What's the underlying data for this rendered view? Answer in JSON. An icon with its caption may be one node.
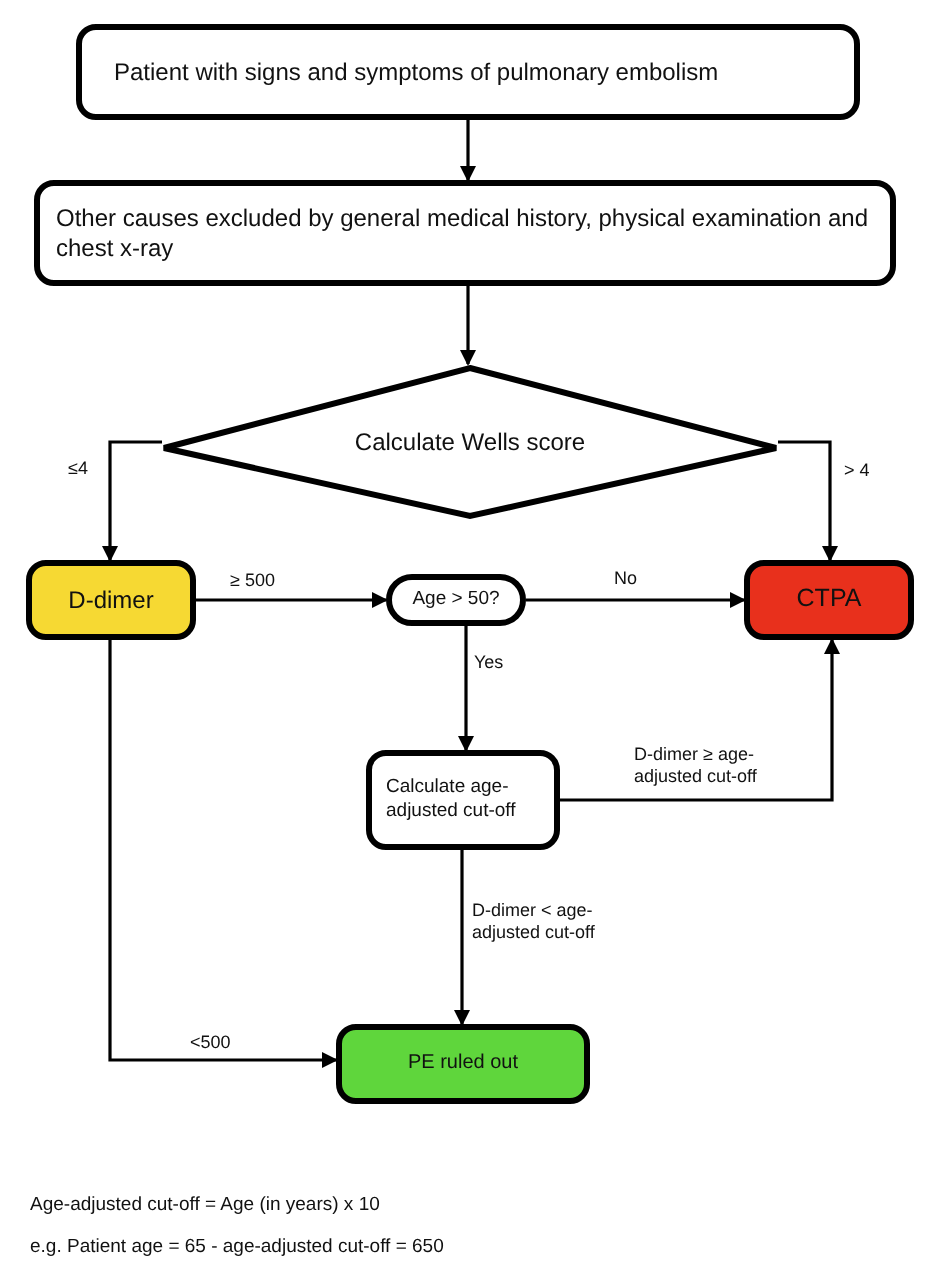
{
  "diagram": {
    "nodes": [
      {
        "text": [
          "Patient with signs and symptoms of pulmonary embolism"
        ]
      },
      {
        "text": [
          "Other causes excluded by general medical history, physical examination and chest x-ray"
        ]
      },
      {
        "text": [
          "Calculate Wells score"
        ]
      },
      {
        "text": [
          "D-dimer"
        ]
      },
      {
        "text": [
          "Age > 50?"
        ]
      },
      {
        "text": [
          "CTPA"
        ]
      },
      {
        "text": [
          "Calculate age-adjusted cut-off"
        ]
      },
      {
        "text": [
          "PE ruled out"
        ]
      }
    ],
    "edges": [
      {
        "from": 0,
        "to": 1,
        "arrow": "to"
      },
      {
        "from": 1,
        "to": 2,
        "arrow": "to"
      },
      {
        "from": 2,
        "to": 3,
        "arrow": "to",
        "label": "≤4"
      },
      {
        "from": 2,
        "to": 5,
        "arrow": "to",
        "label": "> 4"
      },
      {
        "from": 3,
        "to": 4,
        "arrow": "to",
        "label": "≥ 500"
      },
      {
        "from": 4,
        "to": 5,
        "arrow": "to",
        "label": "No"
      },
      {
        "from": 4,
        "to": 6,
        "arrow": "to",
        "label": "Yes"
      },
      {
        "from": 6,
        "to": 5,
        "arrow": "to",
        "label": "D-dimer ≥ age-adjusted cut-off"
      },
      {
        "from": 6,
        "to": 7,
        "arrow": "to",
        "label": "D-dimer < age-adjusted cut-off"
      },
      {
        "from": 3,
        "to": 7,
        "arrow": "to",
        "label": "<500"
      }
    ],
    "labels": [
      "Age-adjusted cut-off = Age (in years) x 10",
      "e.g. Patient age = 65 - age-adjusted cut-off = 650"
    ]
  }
}
